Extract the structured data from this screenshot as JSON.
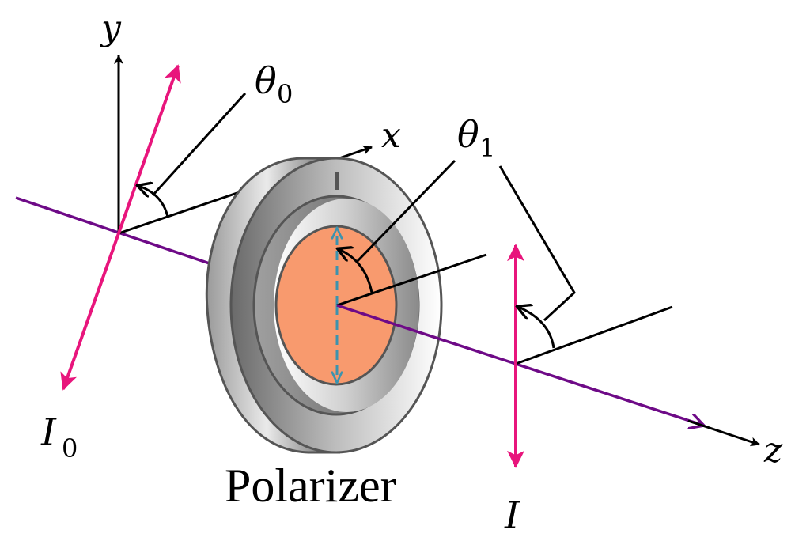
{
  "labels": {
    "axis_y": "y",
    "axis_x": "x",
    "axis_z": "z",
    "theta0_symbol": "θ",
    "theta0_sub": "0",
    "theta1_symbol": "θ",
    "theta1_sub": "1",
    "i0_symbol": "I",
    "i0_sub": "0",
    "i_symbol": "I",
    "polarizer": "Polarizer"
  },
  "colors": {
    "beam": "#6e0a87",
    "field": "#e8157c",
    "lens": "#f89a6e",
    "transmission_axis": "#3c93ae",
    "ring_outer": "#a9a9a9",
    "ring_inner": "#eeeeee",
    "outline": "#555555",
    "ink": "#000000"
  }
}
